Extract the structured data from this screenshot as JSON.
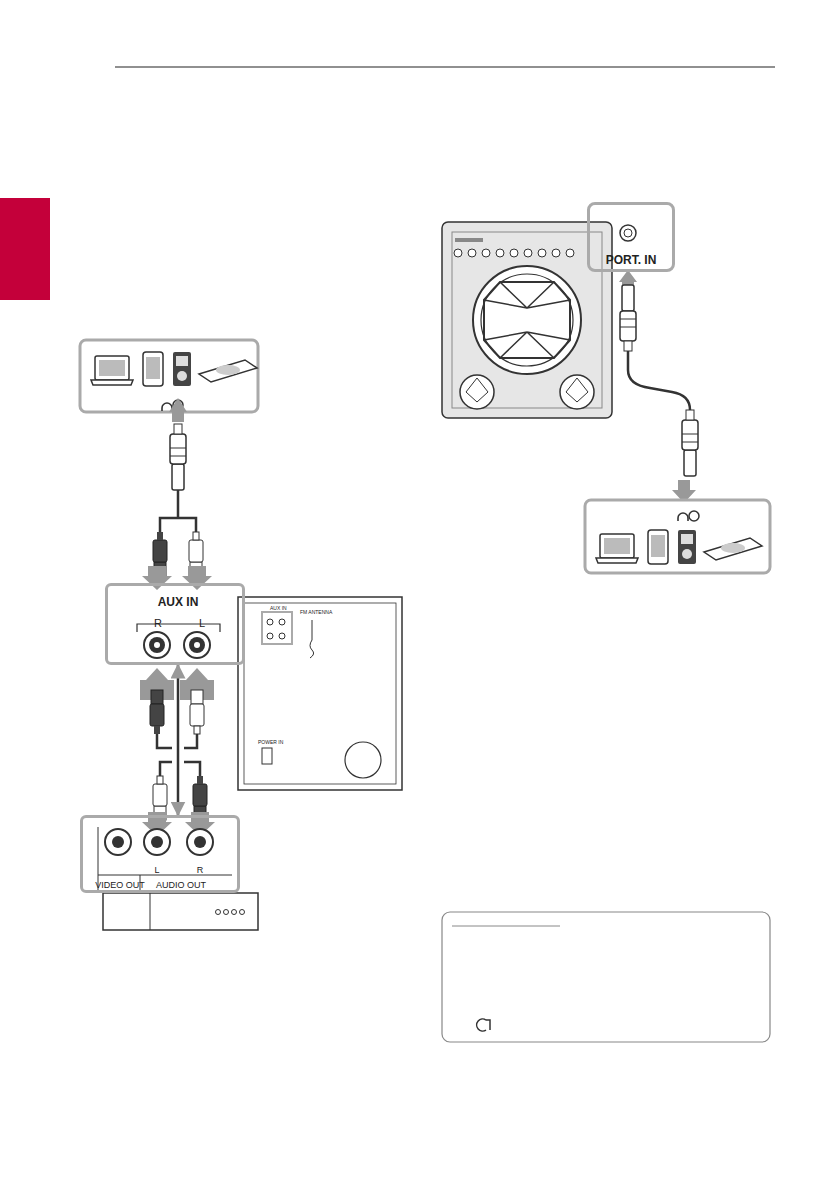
{
  "diagram": {
    "nodes": [
      {
        "text": [
          "AUX IN",
          "R",
          "L"
        ]
      },
      {
        "text": [
          "PORT. IN"
        ]
      },
      {
        "text": [
          "VIDEO OUT",
          "AUDIO OUT",
          "L",
          "R"
        ]
      }
    ],
    "edges": [
      {
        "from": 2,
        "to": 0,
        "arrow": "both"
      }
    ],
    "labels": [
      "AUX IN",
      "FM ANTENNA",
      "POWER IN"
    ]
  }
}
